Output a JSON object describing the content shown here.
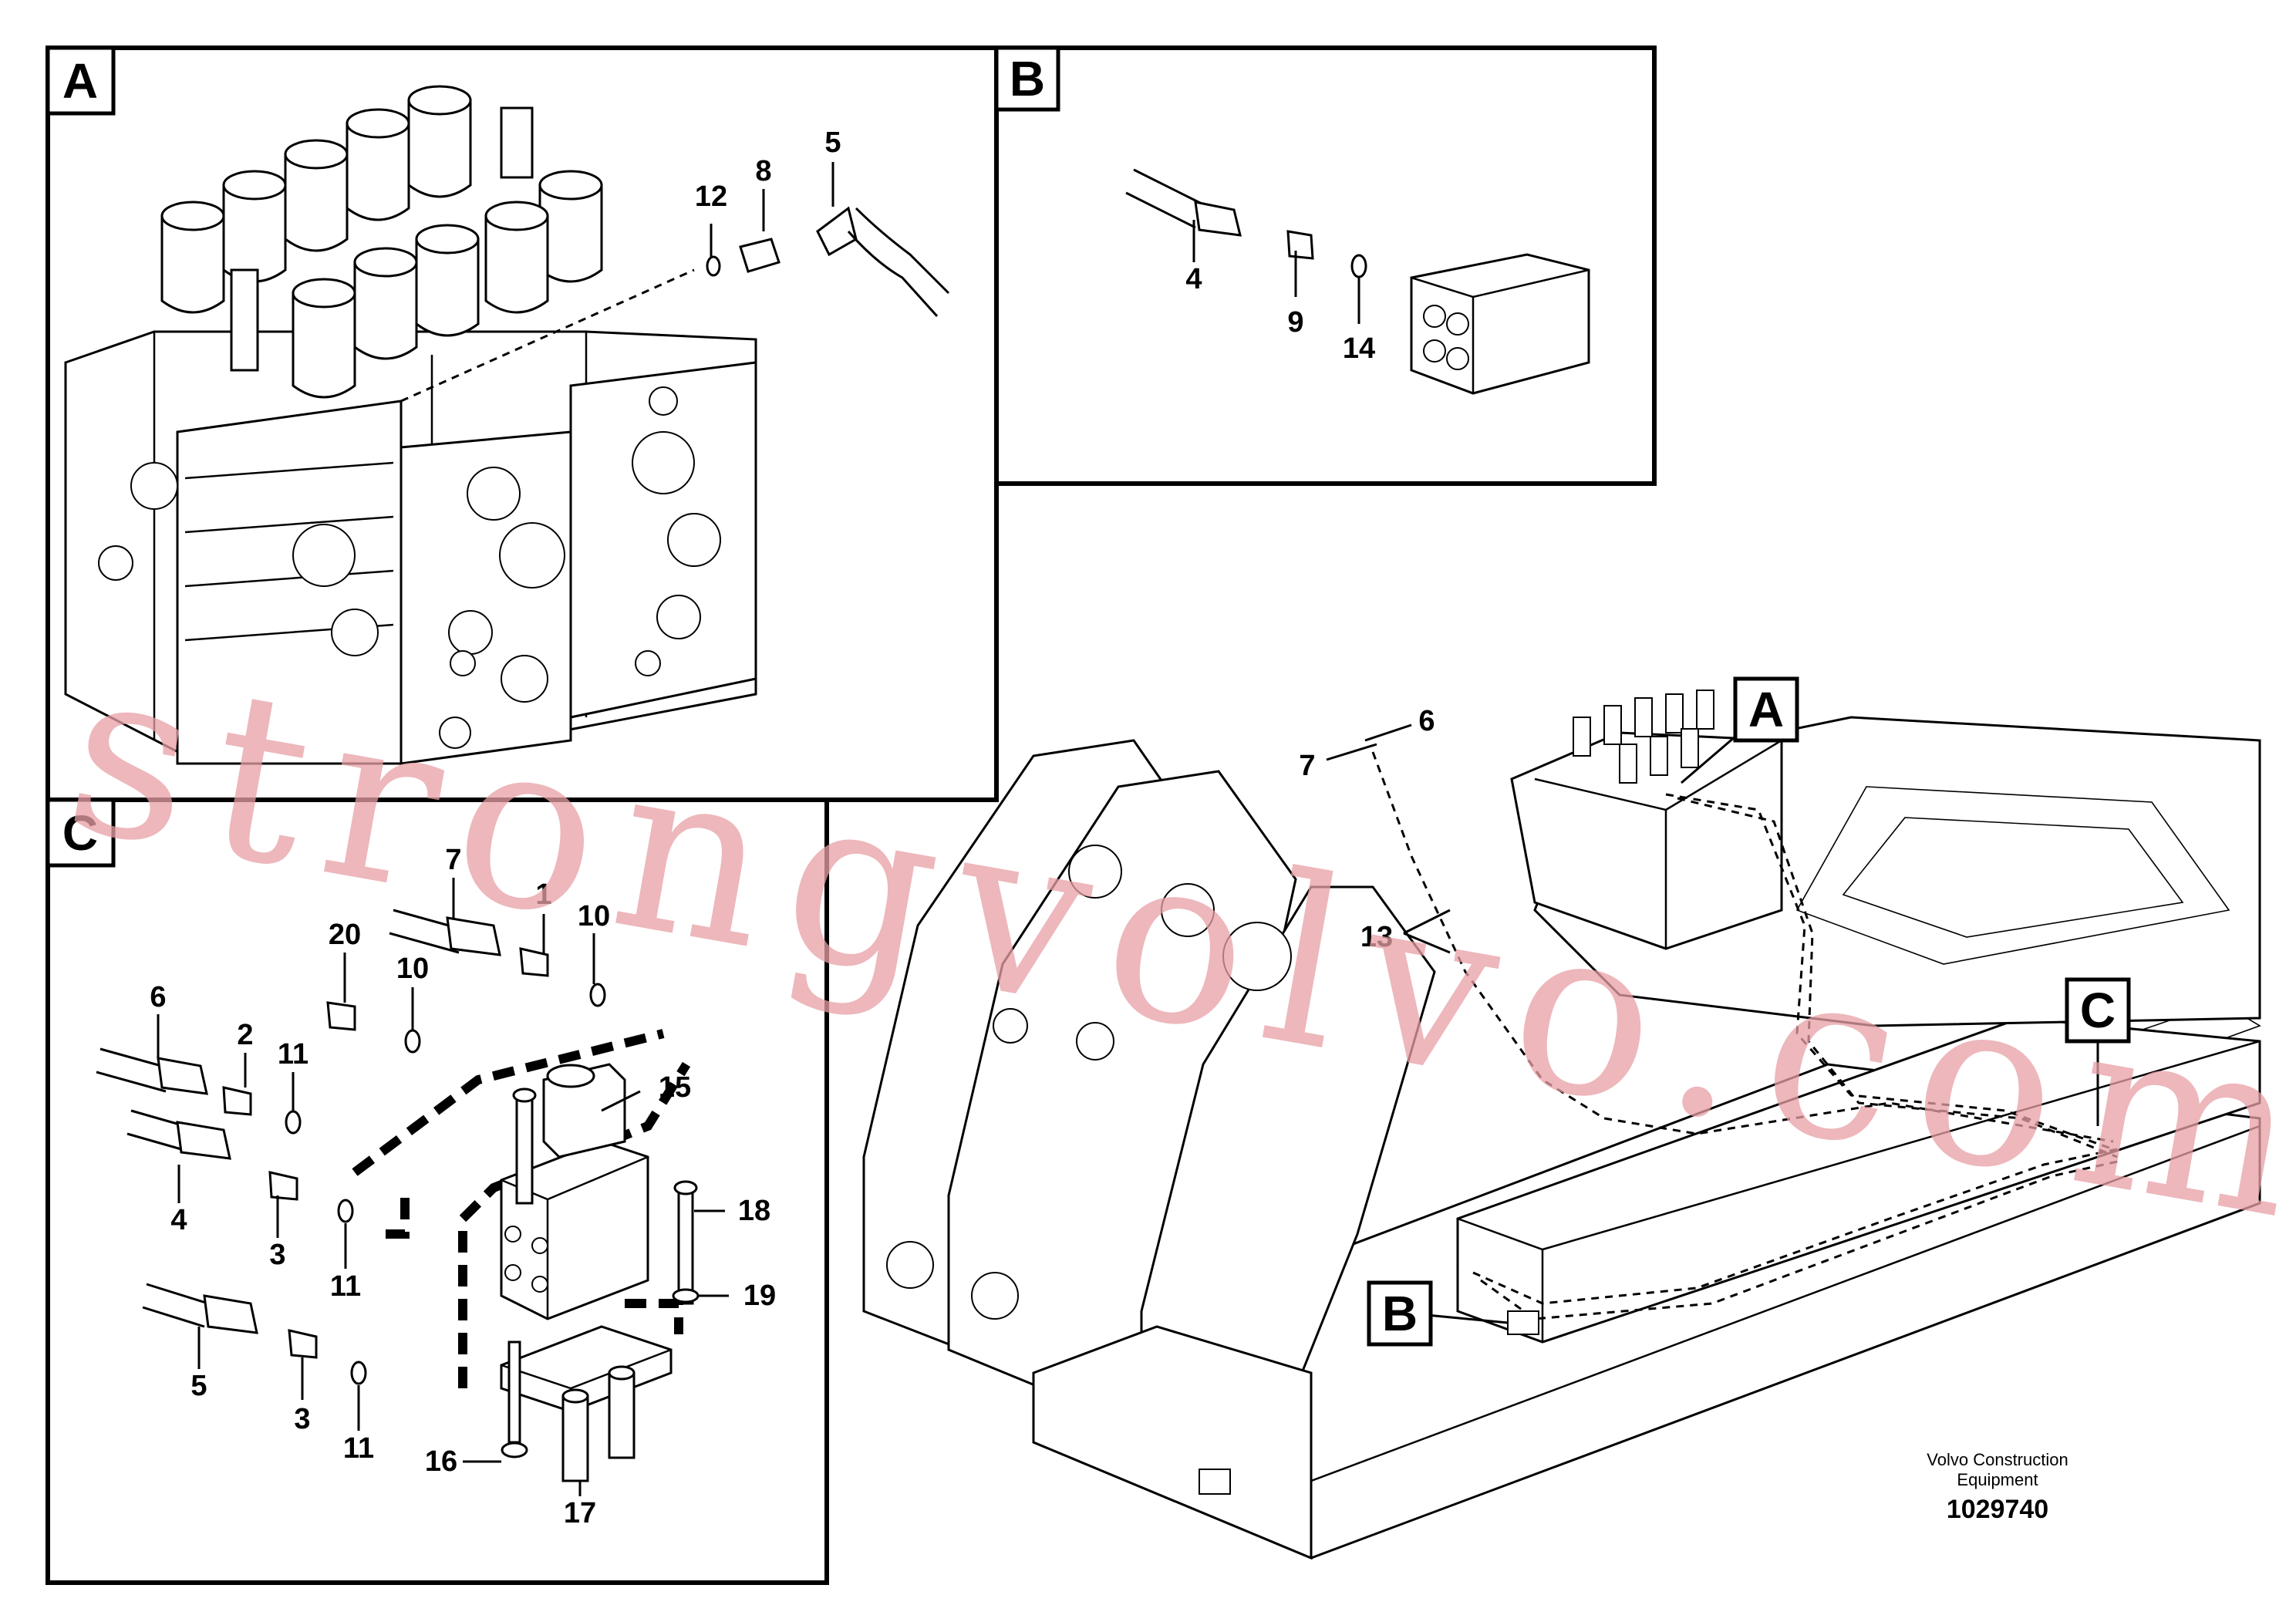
{
  "panels": {
    "a": {
      "tag": "A",
      "callouts": [
        "12",
        "8",
        "5"
      ]
    },
    "b": {
      "tag": "B",
      "callouts": [
        "4",
        "9",
        "14"
      ]
    },
    "c": {
      "tag": "C",
      "callouts": [
        "7",
        "1",
        "10",
        "20",
        "10",
        "6",
        "2",
        "11",
        "15",
        "4",
        "3",
        "11",
        "18",
        "19",
        "5",
        "3",
        "11",
        "16",
        "17"
      ]
    }
  },
  "overview": {
    "tags": [
      "A",
      "B",
      "C"
    ],
    "callouts": [
      "6",
      "7",
      "13"
    ]
  },
  "footer": {
    "brand_line1": "Volvo Construction",
    "brand_line2": "Equipment",
    "doc_number": "1029740"
  },
  "watermark": {
    "text": "strongvolvo.com",
    "color": "#e8a0a6"
  }
}
